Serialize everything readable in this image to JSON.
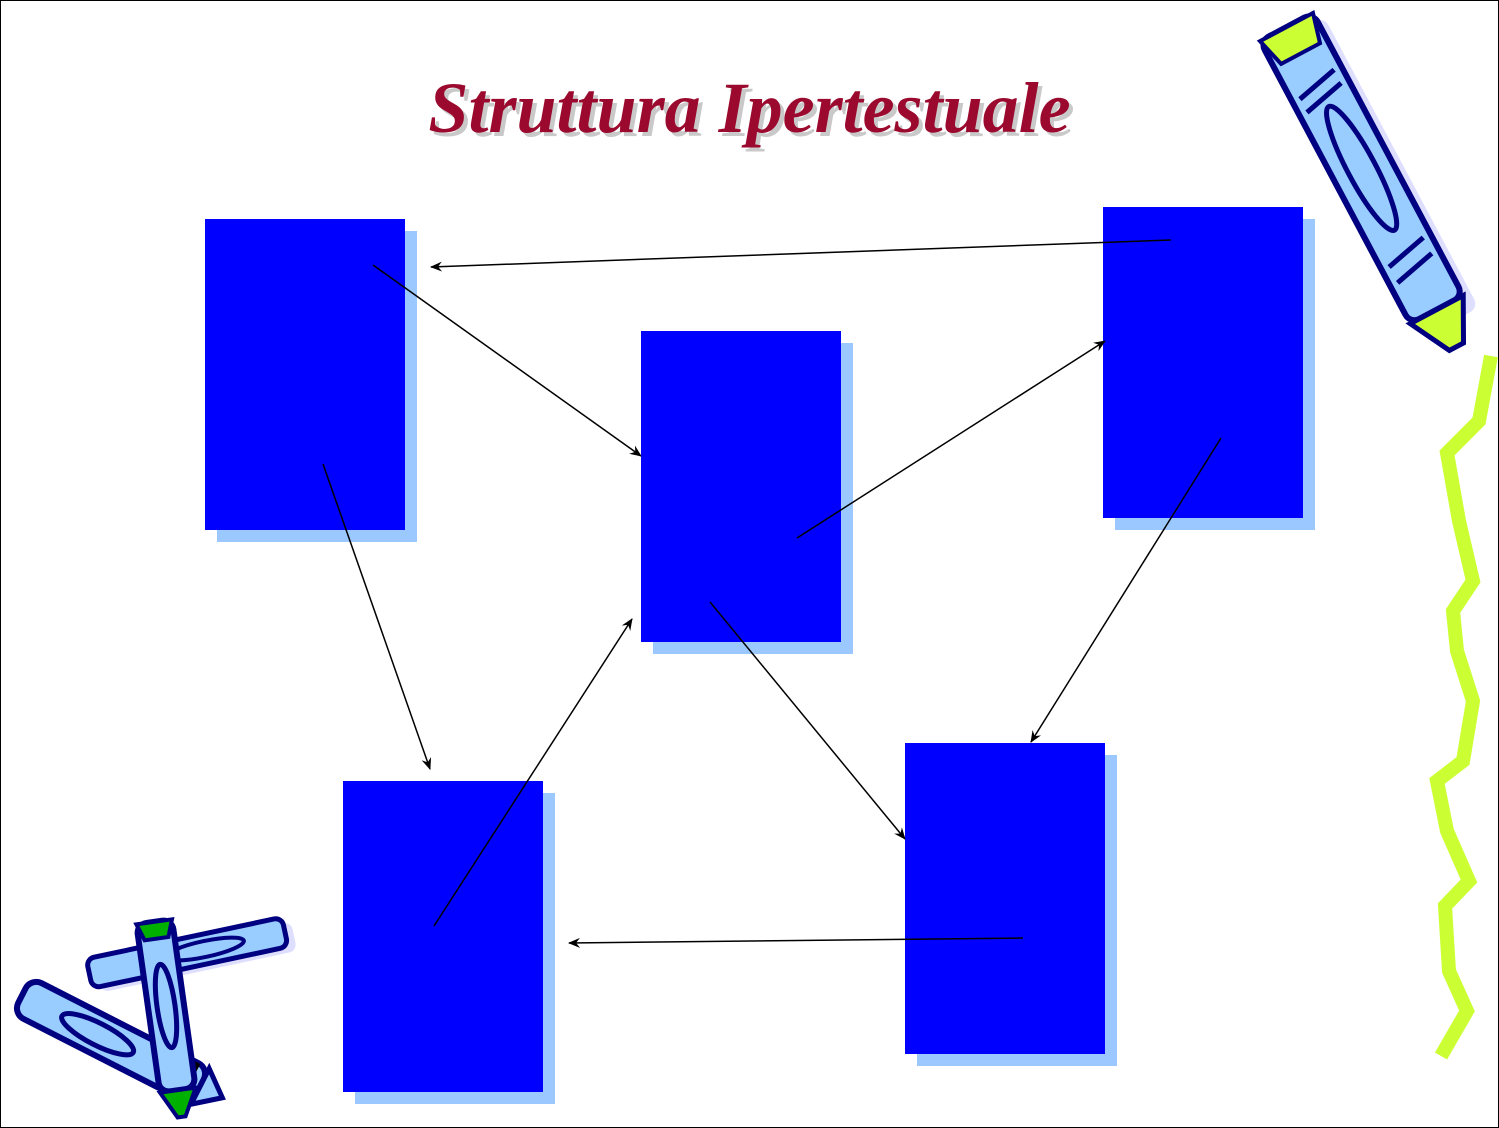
{
  "slide": {
    "title": "Struttura Ipertestuale"
  },
  "colors": {
    "title": "#9b0a2e",
    "box_fill": "#0000ff",
    "box_shadow": "#9bc8ff",
    "arrow": "#000000",
    "squiggle": "#ccff33",
    "pencil_body": "#99ccff",
    "pencil_outline": "#000080",
    "pencil_tip": "#00b000"
  },
  "diagram": {
    "nodes": [
      "page-top-left",
      "page-center",
      "page-top-right",
      "page-bottom-left",
      "page-bottom-right"
    ],
    "links": [
      {
        "from": "page-top-right",
        "to": "page-top-left"
      },
      {
        "from": "page-top-left",
        "to": "page-center"
      },
      {
        "from": "page-top-left",
        "to": "page-bottom-left"
      },
      {
        "from": "page-center",
        "to": "page-top-right"
      },
      {
        "from": "page-center",
        "to": "page-bottom-right"
      },
      {
        "from": "page-top-right",
        "to": "page-bottom-right"
      },
      {
        "from": "page-bottom-left",
        "to": "page-center"
      },
      {
        "from": "page-bottom-right",
        "to": "page-bottom-left"
      }
    ]
  },
  "decorations": [
    "pencil-icon",
    "crayons-icon",
    "squiggle-line"
  ]
}
